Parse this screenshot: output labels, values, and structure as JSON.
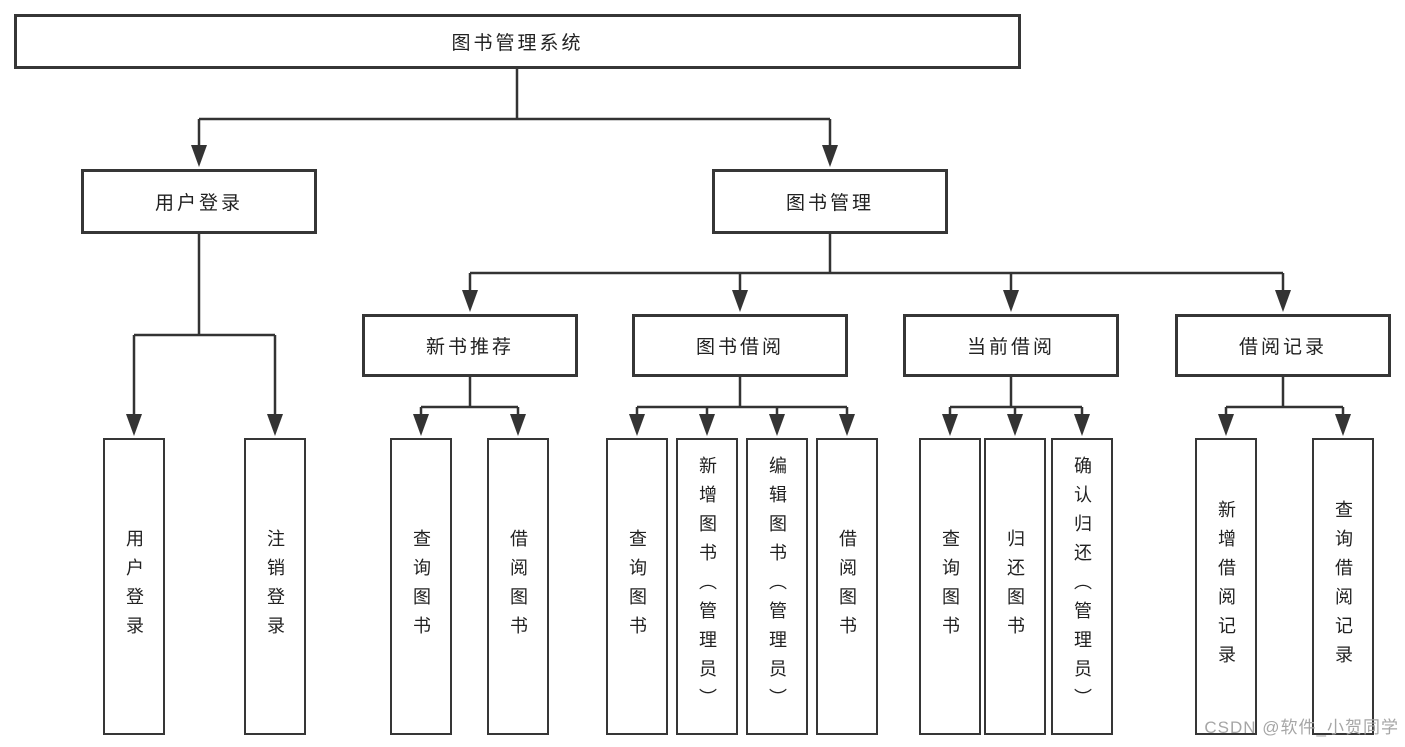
{
  "tree": {
    "root": {
      "label": "图书管理系统"
    },
    "level2": [
      {
        "label": "用户登录"
      },
      {
        "label": "图书管理"
      }
    ],
    "level3": [
      {
        "label": "新书推荐",
        "parent": "图书管理"
      },
      {
        "label": "图书借阅",
        "parent": "图书管理"
      },
      {
        "label": "当前借阅",
        "parent": "图书管理"
      },
      {
        "label": "借阅记录",
        "parent": "图书管理"
      }
    ],
    "leaves": [
      {
        "label": "用户登录",
        "parent": "用户登录"
      },
      {
        "label": "注销登录",
        "parent": "用户登录"
      },
      {
        "label": "查询图书",
        "parent": "新书推荐"
      },
      {
        "label": "借阅图书",
        "parent": "新书推荐"
      },
      {
        "label": "查询图书",
        "parent": "图书借阅"
      },
      {
        "label": "新增图书（管理员）",
        "parent": "图书借阅"
      },
      {
        "label": "编辑图书（管理员）",
        "parent": "图书借阅"
      },
      {
        "label": "借阅图书",
        "parent": "图书借阅"
      },
      {
        "label": "查询图书",
        "parent": "当前借阅"
      },
      {
        "label": "归还图书",
        "parent": "当前借阅"
      },
      {
        "label": "确认归还（管理员）",
        "parent": "当前借阅"
      },
      {
        "label": "新增借阅记录",
        "parent": "借阅记录"
      },
      {
        "label": "查询借阅记录",
        "parent": "借阅记录"
      }
    ]
  },
  "watermark": {
    "text": "CSDN @软件_小贺同学",
    "color": "#a6a6a6"
  },
  "colors": {
    "line": "#333333",
    "box_border": "#363636",
    "box_fill": "#ffffff",
    "text": "#212121",
    "background": "#ffffff"
  }
}
